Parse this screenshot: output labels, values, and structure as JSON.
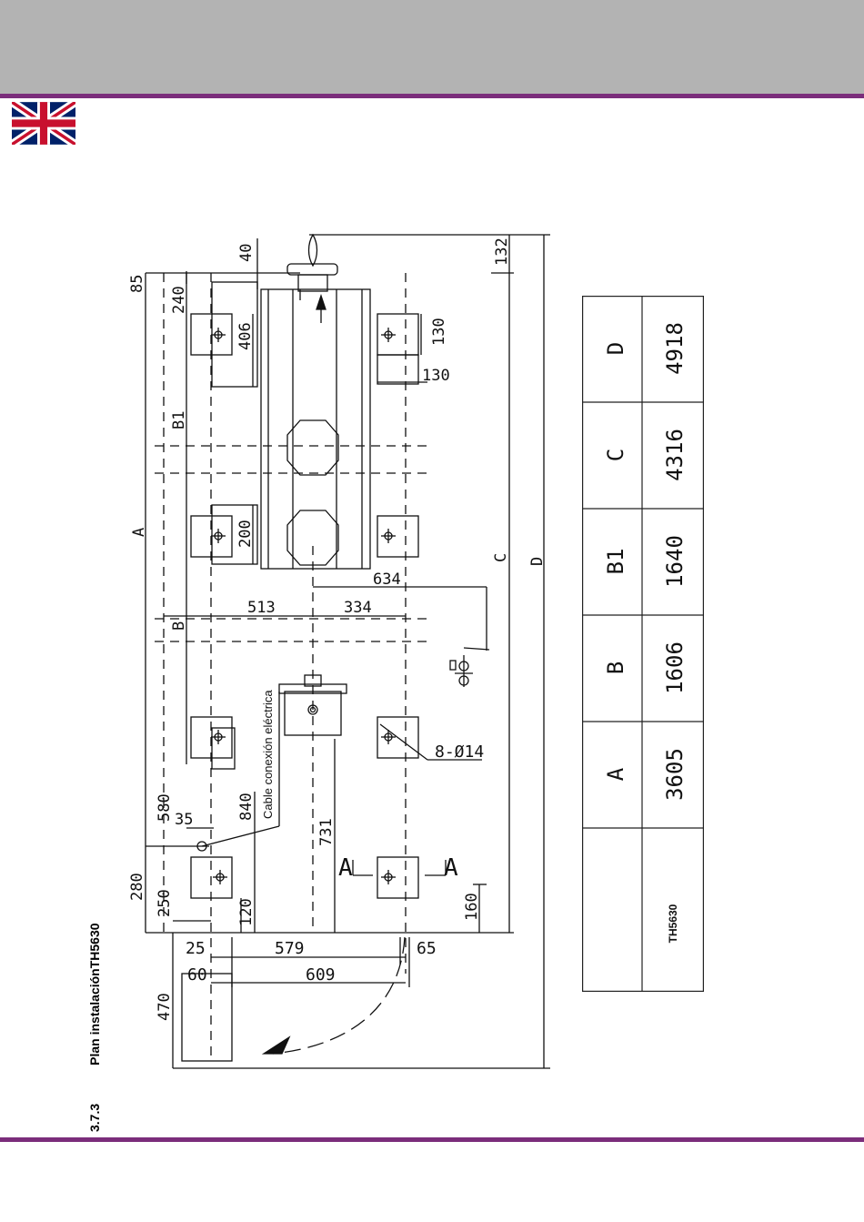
{
  "header": {
    "color": "#b3b3b3",
    "rule_color": "#7b2d7b"
  },
  "flag": {
    "icon": "union-jack-flag-icon"
  },
  "section": {
    "number": "3.7.3",
    "title": "Plan instalaciónTH5630"
  },
  "drawing": {
    "cable_label": "Cable conexión eléctrica",
    "holes_label": "8-Ø14",
    "section_mark": "A",
    "letters": {
      "a": "A",
      "b": "B",
      "b1": "B1",
      "c": "C",
      "d": "D"
    },
    "dims": {
      "d40": "40",
      "d132": "132",
      "d85": "85",
      "d240": "240",
      "d406": "406",
      "d130a": "130",
      "d130b": "130",
      "d200": "200",
      "d634": "634",
      "d513": "513",
      "d334": "334",
      "d580": "580",
      "d35": "35",
      "d840": "840",
      "d731": "731",
      "d280": "280",
      "d250": "250",
      "d120": "120",
      "d160": "160",
      "d25": "25",
      "d579": "579",
      "d65": "65",
      "d60": "60",
      "d609": "609",
      "d470": "470"
    }
  },
  "table": {
    "headers": [
      "",
      "A",
      "B",
      "B1",
      "C",
      "D"
    ],
    "rows": [
      {
        "model": "TH5630",
        "values": [
          "3605",
          "1606",
          "1640",
          "4316",
          "4918"
        ]
      }
    ]
  }
}
